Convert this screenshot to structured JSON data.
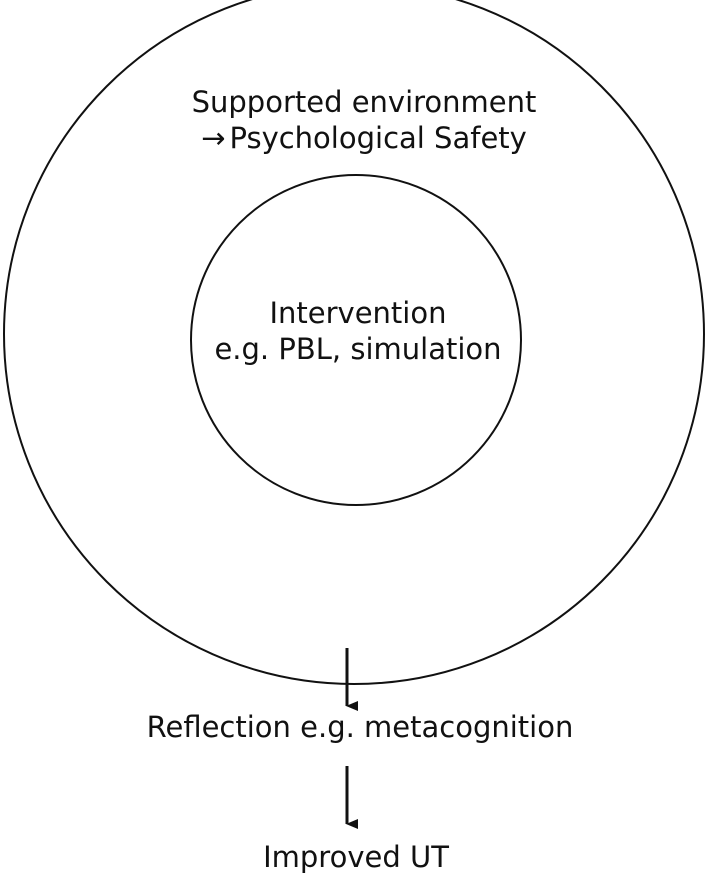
{
  "outer_circle": {
    "line1": "Supported environment",
    "line2_arrow": "→",
    "line2_text": "Psychological Safety"
  },
  "inner_circle": {
    "line1": "Intervention",
    "line2": "e.g. PBL, simulation"
  },
  "step_reflection": "Reflection e.g. metacognition",
  "step_outcome": "Improved UT",
  "colors": {
    "stroke": "#111111",
    "background": "#ffffff"
  }
}
